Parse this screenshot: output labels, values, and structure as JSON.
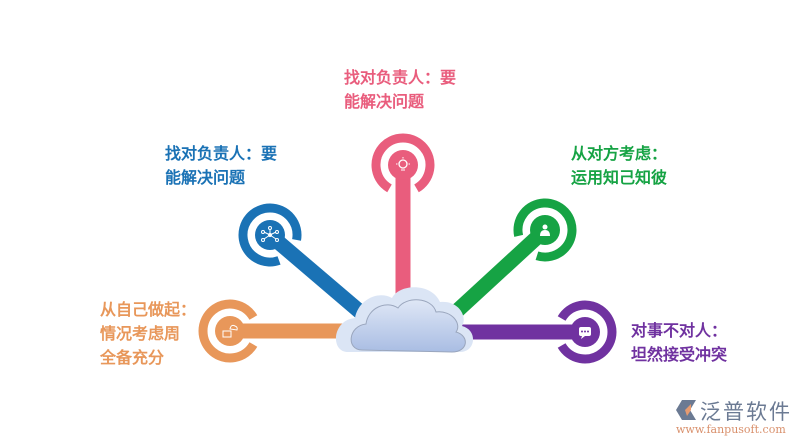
{
  "colors": {
    "orange": "#e8975a",
    "blue": "#1a72b5",
    "pink": "#e95d7d",
    "green": "#16a344",
    "purple": "#7032a0",
    "cloud": "#c7d5ee"
  },
  "branches": [
    {
      "id": "orange",
      "icon": "computer-cloud-icon",
      "lines": [
        "从自己做起：",
        "情况考虑周",
        "全备充分"
      ]
    },
    {
      "id": "blue",
      "icon": "network-icon",
      "lines": [
        "找对负责人：要",
        "能解决问题"
      ]
    },
    {
      "id": "pink",
      "icon": "lightbulb-icon",
      "lines": [
        "找对负责人：要",
        "能解决问题"
      ]
    },
    {
      "id": "green",
      "icon": "person-icon",
      "lines": [
        "从对方考虑：",
        "运用知己知彼"
      ]
    },
    {
      "id": "purple",
      "icon": "chat-icon",
      "lines": [
        "对事不对人：",
        "坦然接受冲突"
      ]
    }
  ],
  "logo": {
    "name": "泛普软件",
    "url": "www.fanpusoft.com"
  }
}
